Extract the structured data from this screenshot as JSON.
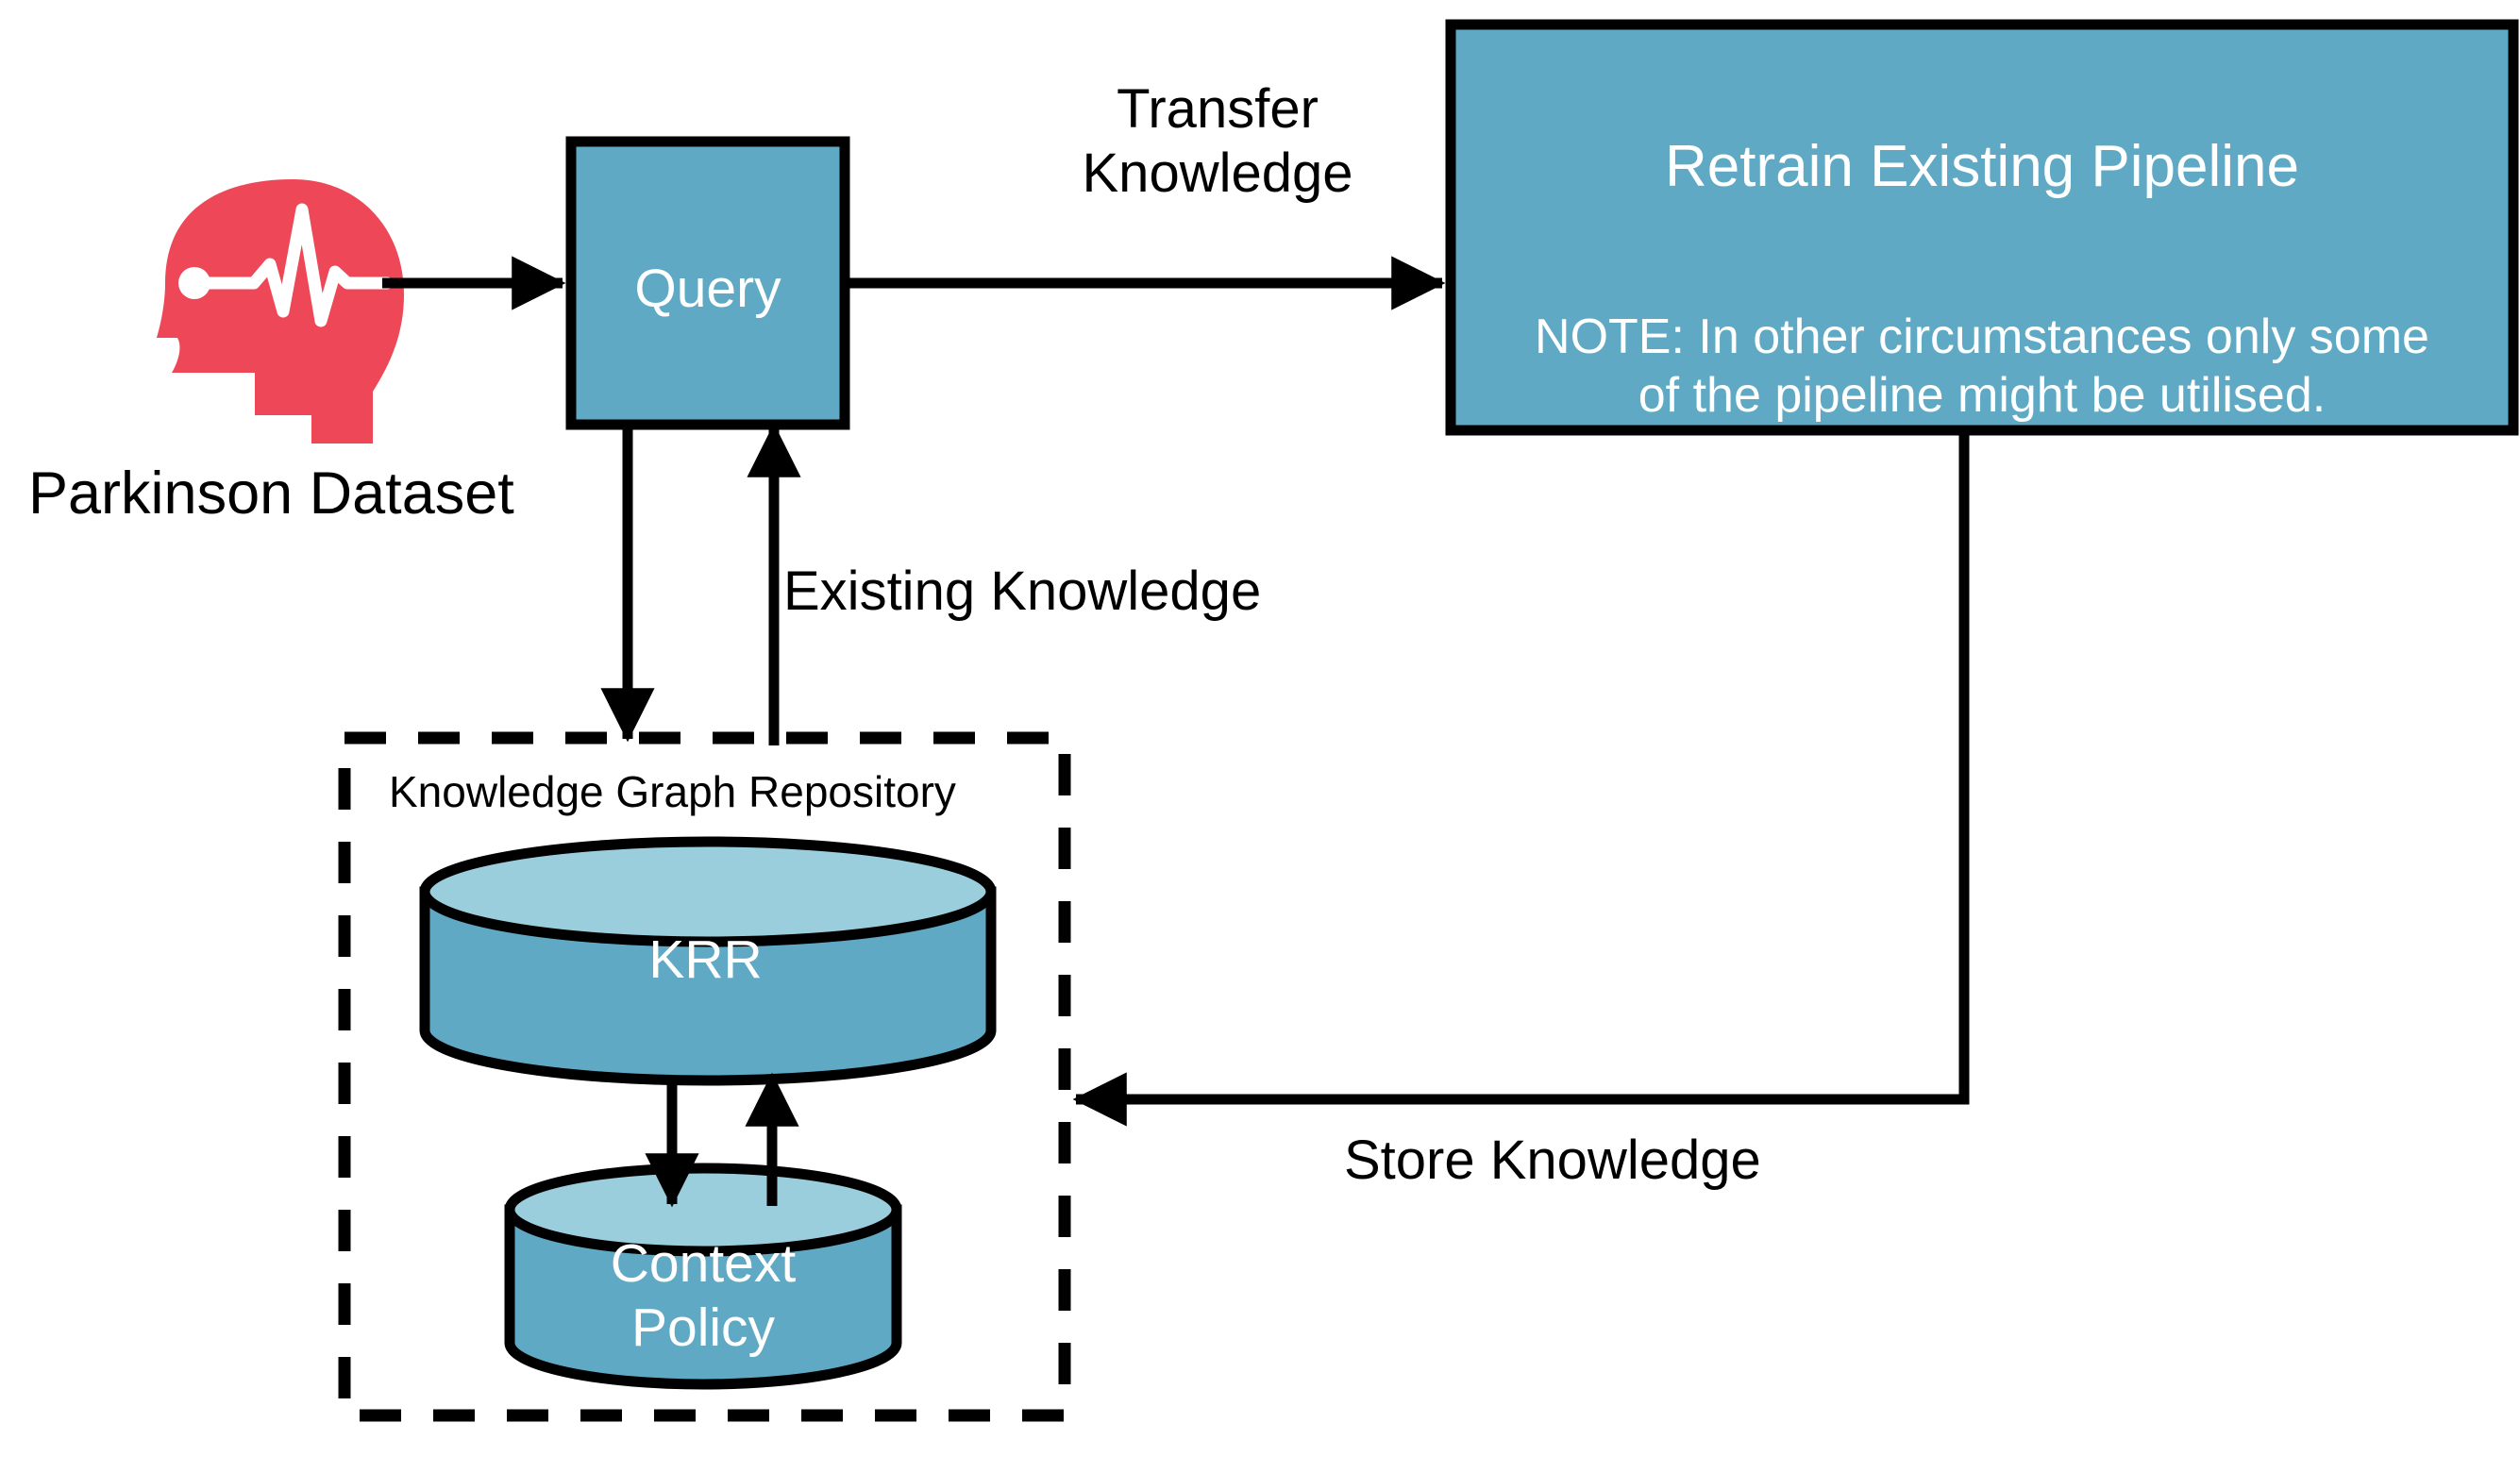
{
  "diagram": {
    "title": "Knowledge transfer pipeline diagram",
    "colors": {
      "node_fill": "#5FA9C4",
      "cylinder_top_fill": "#8FC7D8",
      "stroke": "#000000",
      "head_icon": "#EE4758",
      "node_text": "#ffffff",
      "label_text": "#000000",
      "background": "#ffffff"
    },
    "nodes": {
      "dataset_icon": {
        "icon": "head-pulse-icon",
        "caption": "Parkinson Dataset"
      },
      "query": {
        "label": "Query"
      },
      "pipeline": {
        "title": "Retrain Existing Pipeline",
        "note": "NOTE: In other circumstances only some\nof the pipeline might be utilised."
      },
      "repository": {
        "label": "Knowledge Graph Repository",
        "krr": "KRR",
        "context_policy": "Context\nPolicy"
      }
    },
    "edges": [
      {
        "name": "dataset-to-query",
        "label": ""
      },
      {
        "name": "query-to-pipeline",
        "label": "Transfer\nKnowledge"
      },
      {
        "name": "repository-to-query",
        "label": "Existing Knowledge"
      },
      {
        "name": "query-to-repository",
        "label": ""
      },
      {
        "name": "pipeline-to-repository",
        "label": "Store Knowledge"
      },
      {
        "name": "krr-to-context-policy",
        "label": ""
      },
      {
        "name": "context-policy-to-krr",
        "label": ""
      }
    ]
  }
}
